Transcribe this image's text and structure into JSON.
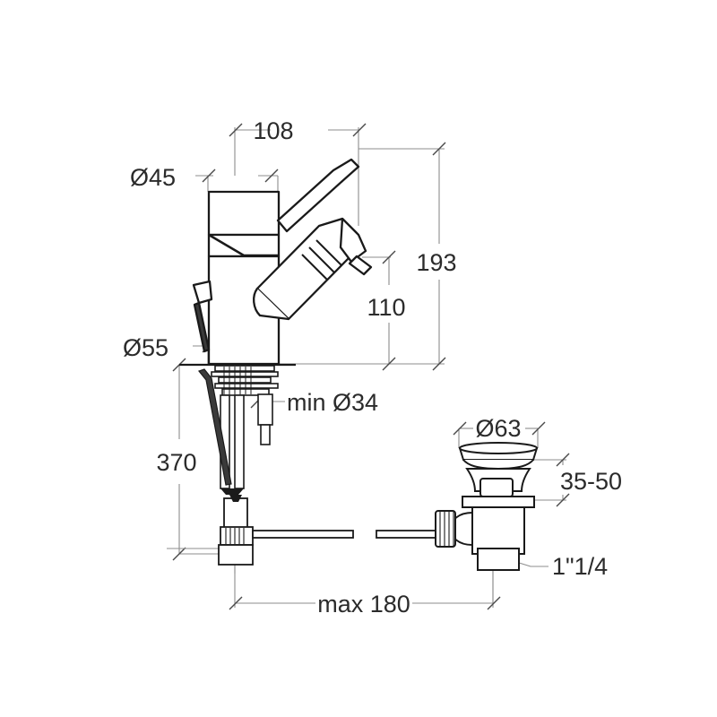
{
  "drawing": {
    "title": "Bidet mixer tap technical dimension drawing",
    "units": "mm",
    "line_colors": {
      "outline": "#1a1a1a",
      "dimension": "#8c8c8c",
      "text": "#2b2b2b",
      "background": "#ffffff"
    }
  },
  "dimensions": {
    "spout_reach": "108",
    "total_height": "193",
    "spout_height": "110",
    "cap_diameter": "Ø45",
    "base_diameter": "Ø55",
    "hole_diameter": "min Ø34",
    "hose_length": "370",
    "max_spread": "max 180",
    "waste_flange_diameter": "Ø63",
    "basin_thickness": "35-50",
    "outlet_thread": "1\"1/4"
  },
  "parts": {
    "mixer_body": "single-lever bidet mixer",
    "spout": "swivel spout",
    "lever_handle": "lever handle",
    "shank": "threaded shank",
    "mounting_nut": "mounting nut and washer set",
    "flex_hose": "flexible supply hose",
    "pop_up_rod": "pop-up lift rod",
    "waste_assembly": "pop-up waste assembly",
    "waste_plug": "waste plug",
    "waste_outlet": "waste outlet tailpiece"
  }
}
